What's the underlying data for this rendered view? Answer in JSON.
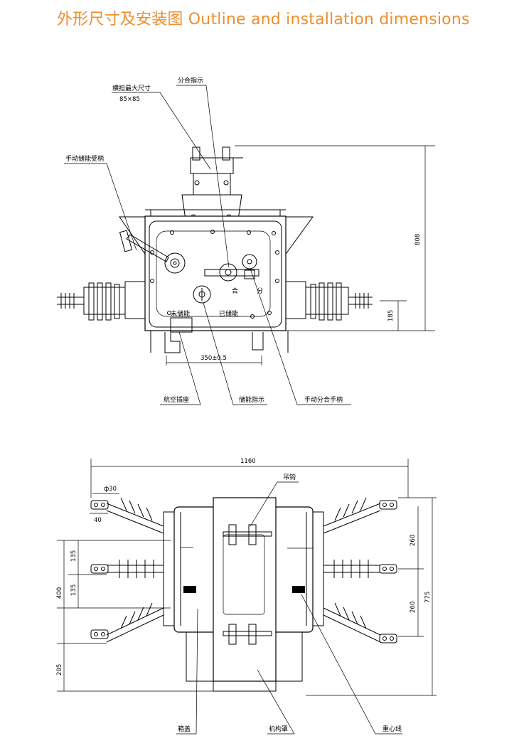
{
  "title": "外形尺寸及安装图 Outline and installation dimensions",
  "colors": {
    "title": "#f08d2b",
    "line": "#000000"
  },
  "top_view": {
    "labels": {
      "crossarm_max": "横担最大尺寸",
      "crossarm_size": "85×85",
      "open_close_indicator": "分合指示",
      "manual_charge_handle": "手动储能受柄",
      "close_mark": "合",
      "open_mark": "分",
      "not_charged": "未储能",
      "charged": "已储能",
      "aviation_socket": "航空插座",
      "charge_indicator": "储能指示",
      "manual_open_close_handle": "手动分合手柄"
    },
    "dims": {
      "mount_width": "350±0.5",
      "height": "808",
      "base_height": "185"
    }
  },
  "bottom_view": {
    "labels": {
      "lifting_hook": "吊钩",
      "box_cover": "箱盖",
      "mechanism_cover": "机构罩",
      "center_of_gravity": "重心线"
    },
    "dims": {
      "overall_width": "1160",
      "hole": "ф30",
      "hole_offset": "40",
      "left_spacing_1": "135",
      "left_spacing_2": "135",
      "left_total": "400",
      "left_bottom": "205",
      "right_spacing_1": "260",
      "right_spacing_2": "260",
      "right_total": "775"
    }
  }
}
